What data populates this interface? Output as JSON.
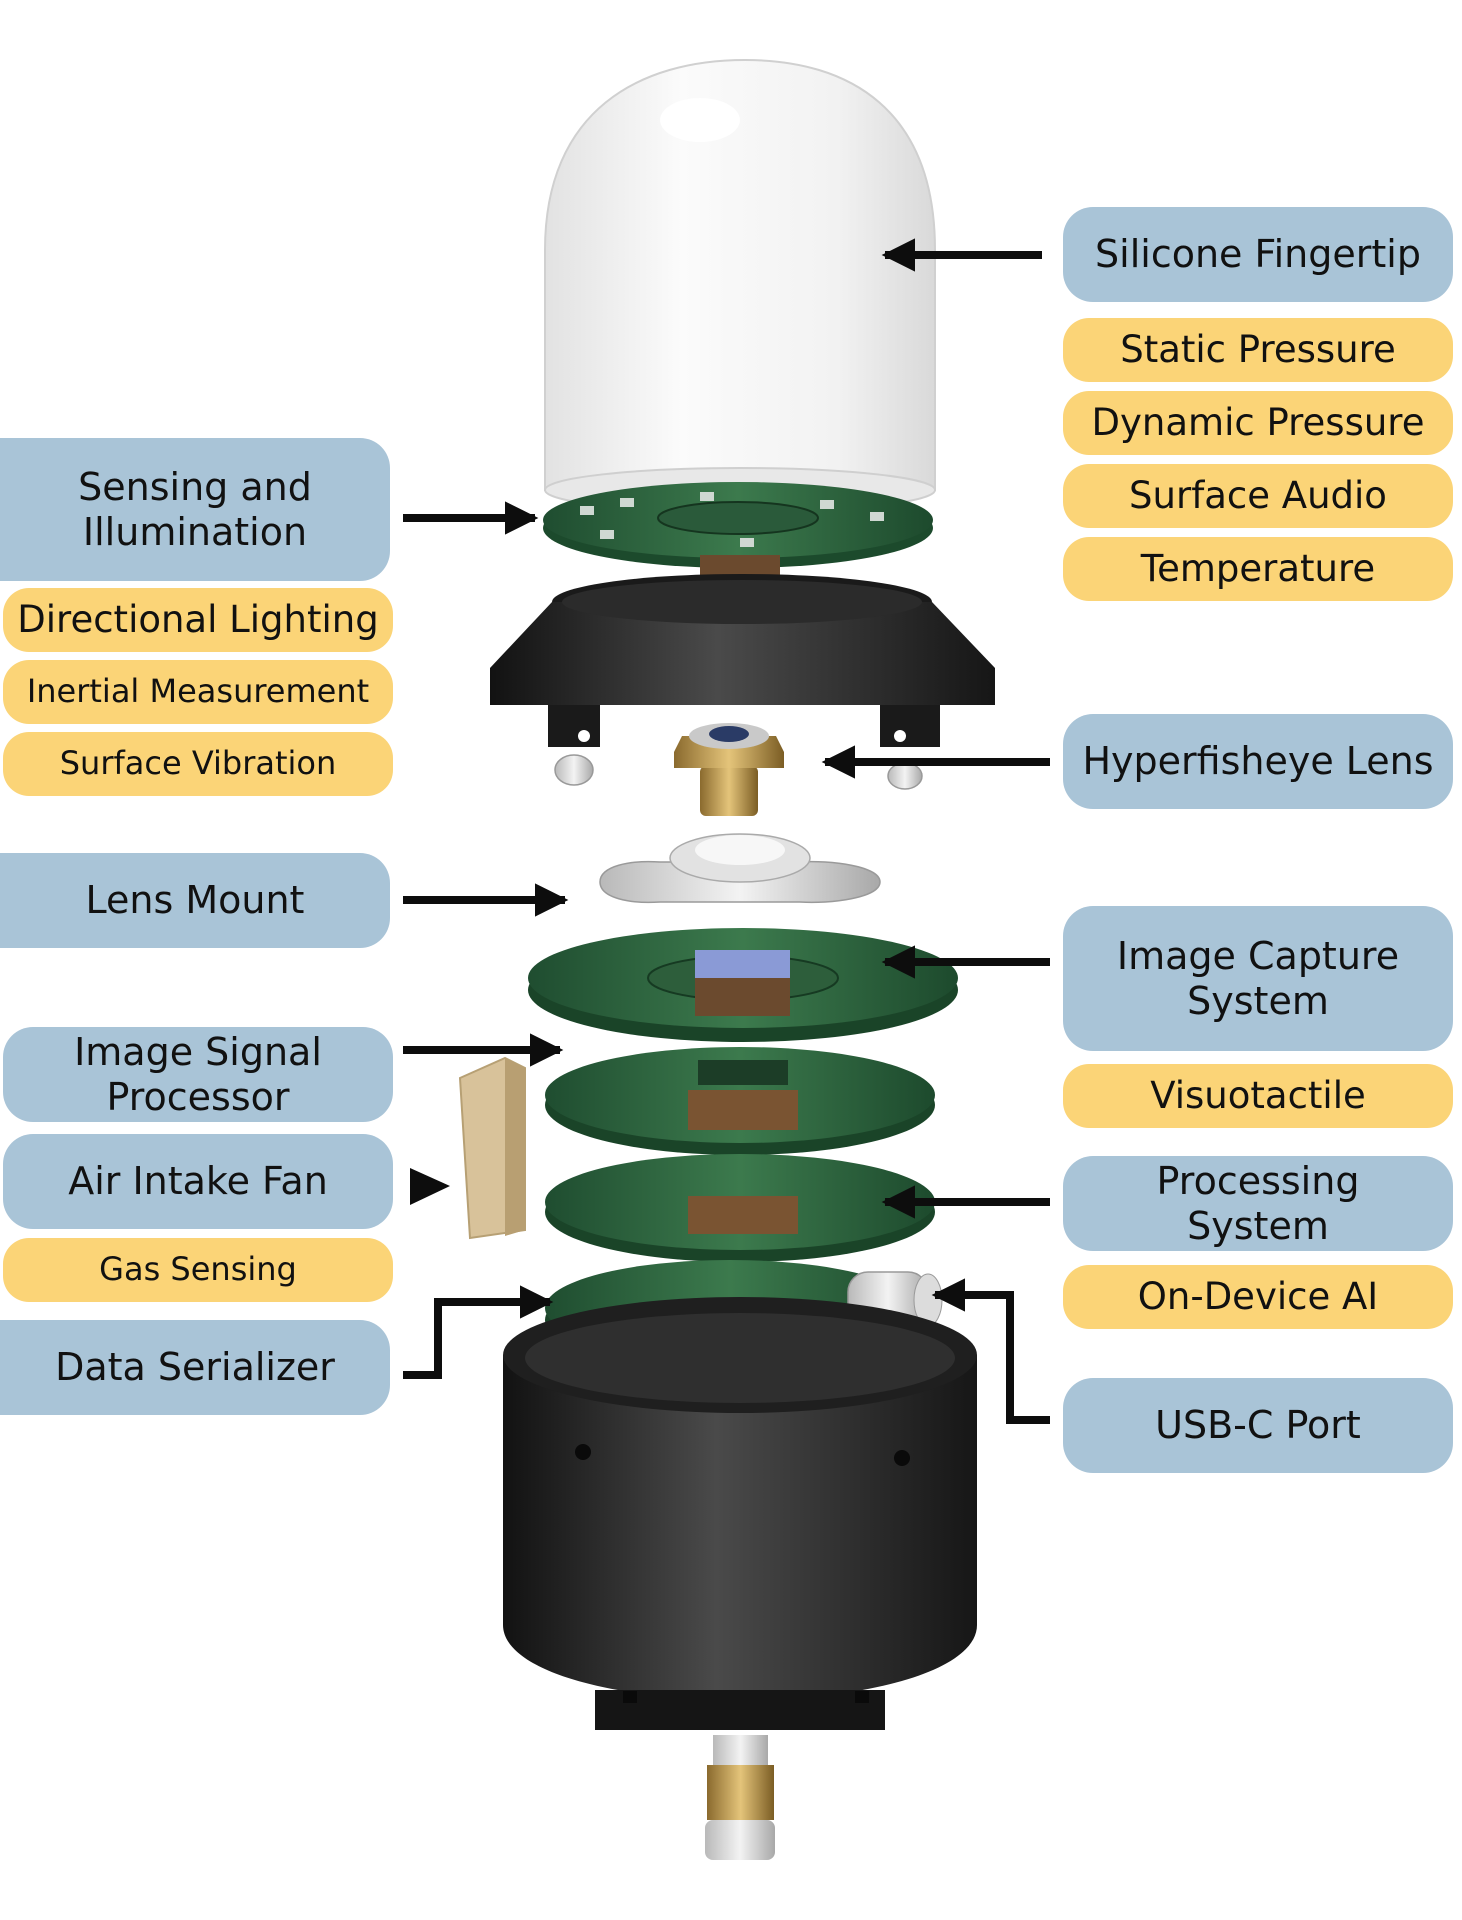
{
  "colors": {
    "component_label": "#a9c4d7",
    "sensing_label": "#fbd477",
    "arrow": "#0d0d0d"
  },
  "labels": {
    "silicone_fingertip": "Silicone Fingertip",
    "static_pressure": "Static Pressure",
    "dynamic_pressure": "Dynamic Pressure",
    "surface_audio": "Surface Audio",
    "temperature": "Temperature",
    "sensing_illumination": "Sensing and\nIllumination",
    "directional_lighting": "Directional Lighting",
    "inertial_measurement": "Inertial Measurement",
    "surface_vibration": "Surface Vibration",
    "hyperfisheye_lens": "Hyperfisheye Lens",
    "lens_mount": "Lens Mount",
    "image_capture": "Image Capture\nSystem",
    "visuotactile": "Visuotactile",
    "image_signal_processor": "Image Signal\nProcessor",
    "air_intake_fan": "Air Intake Fan",
    "gas_sensing": "Gas Sensing",
    "processing_system": "Processing\nSystem",
    "on_device_ai": "On-Device AI",
    "data_serializer": "Data Serializer",
    "usb_c_port": "USB-C Port"
  }
}
